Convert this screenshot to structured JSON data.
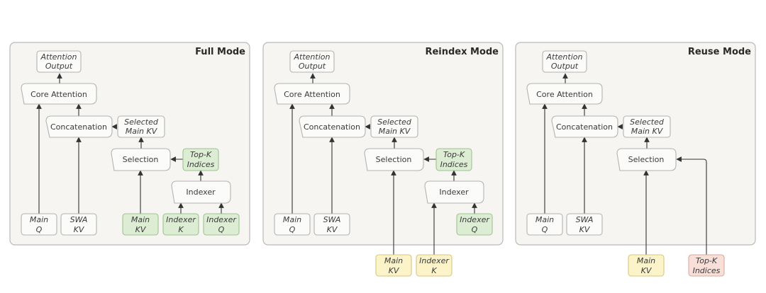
{
  "panels": [
    {
      "title": "Full Mode",
      "attention_output": [
        "Attention",
        "Output"
      ],
      "core_attention": "Core Attention",
      "concatenation": "Concatenation",
      "selected_main_kv": [
        "Selected",
        "Main KV"
      ],
      "selection": "Selection",
      "topk_indices": [
        "Top-K",
        "Indices"
      ],
      "indexer": "Indexer",
      "inputs": {
        "main_q": [
          "Main",
          "Q"
        ],
        "swa_kv": [
          "SWA",
          "KV"
        ],
        "main_kv": [
          "Main",
          "KV"
        ],
        "indexer_k": [
          "Indexer",
          "K"
        ],
        "indexer_q": [
          "Indexer",
          "Q"
        ]
      }
    },
    {
      "title": "Reindex Mode",
      "attention_output": [
        "Attention",
        "Output"
      ],
      "core_attention": "Core Attention",
      "concatenation": "Concatenation",
      "selected_main_kv": [
        "Selected",
        "Main KV"
      ],
      "selection": "Selection",
      "topk_indices": [
        "Top-K",
        "Indices"
      ],
      "indexer": "Indexer",
      "inputs": {
        "main_q": [
          "Main",
          "Q"
        ],
        "swa_kv": [
          "SWA",
          "KV"
        ],
        "indexer_q": [
          "Indexer",
          "Q"
        ]
      },
      "external_inputs": {
        "main_kv": [
          "Main",
          "KV"
        ],
        "indexer_k": [
          "Indexer",
          "K"
        ]
      }
    },
    {
      "title": "Reuse Mode",
      "attention_output": [
        "Attention",
        "Output"
      ],
      "core_attention": "Core Attention",
      "concatenation": "Concatenation",
      "selected_main_kv": [
        "Selected",
        "Main KV"
      ],
      "selection": "Selection",
      "inputs": {
        "main_q": [
          "Main",
          "Q"
        ],
        "swa_kv": [
          "SWA",
          "KV"
        ]
      },
      "external_inputs": {
        "main_kv": [
          "Main",
          "KV"
        ],
        "topk_indices": [
          "Top-K",
          "Indices"
        ]
      }
    }
  ],
  "colors": {
    "panel_bg": "#f6f5f1",
    "green_box": "#dcedd3",
    "yellow_box": "#fcf3c9",
    "pink_box": "#f8dfd8"
  }
}
